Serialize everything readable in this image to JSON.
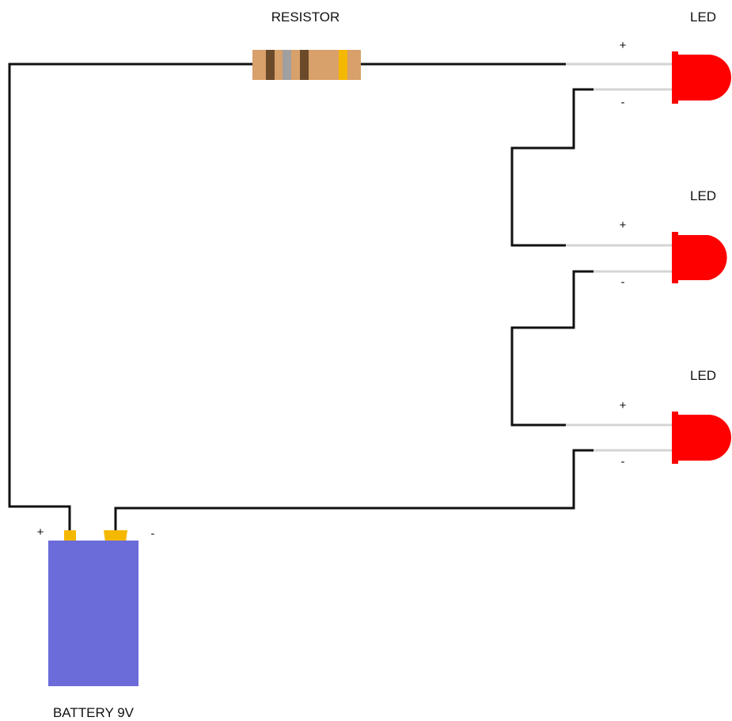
{
  "labels": {
    "resistor": "RESISTOR",
    "battery": "BATTERY 9V",
    "led_1": "LED",
    "led_2": "LED",
    "led_3": "LED"
  },
  "polarity": {
    "battery_plus": "+",
    "battery_minus": "-",
    "led_1_plus": "+",
    "led_1_minus": "-",
    "led_2_plus": "+",
    "led_2_minus": "-",
    "led_3_plus": "+",
    "led_3_minus": "-"
  },
  "colors": {
    "wire": "#111111",
    "led_body": "#ff0000",
    "led_lead": "#d4d4d4",
    "battery_body": "#6b6bd9",
    "battery_terminal": "#f5b800",
    "resistor_body": "#d8a06a",
    "resistor_band_brown": "#6b4a2a",
    "resistor_band_grey": "#a0a0a0",
    "resistor_band_gold": "#f5b800"
  }
}
